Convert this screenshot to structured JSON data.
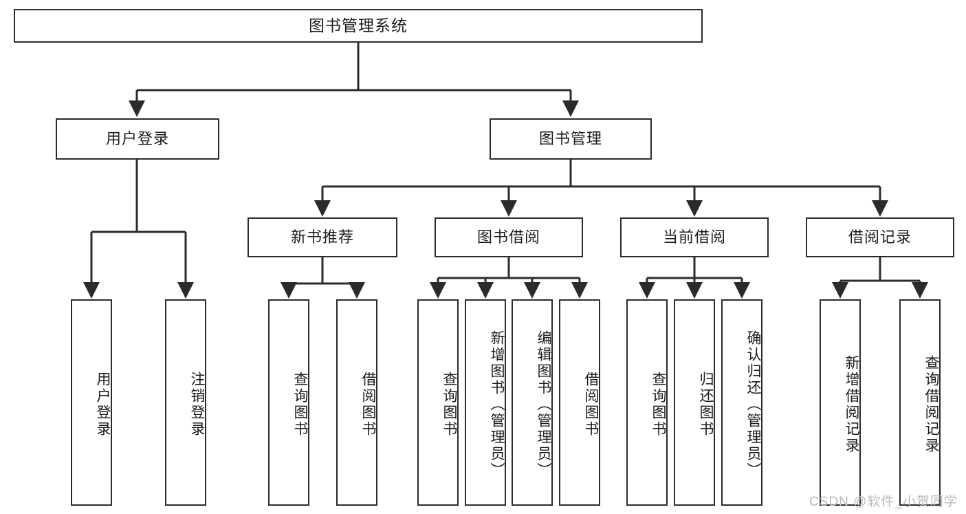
{
  "diagram": {
    "title": "图书管理系统",
    "type": "tree",
    "orientation": "top-down",
    "colors": {
      "box_border": "#2b2b2b",
      "box_fill": "#ffffff",
      "edge": "#2b2b2b",
      "text": "#1b1b1b",
      "watermark": "#b9b9b9",
      "background": "#ffffff"
    },
    "nodes": {
      "root": {
        "label": "图书管理系统"
      },
      "level2": [
        {
          "id": "user-login",
          "label": "用户登录"
        },
        {
          "id": "book-manage",
          "label": "图书管理"
        }
      ],
      "level3": [
        {
          "id": "new-book-recommend",
          "label": "新书推荐"
        },
        {
          "id": "book-borrow",
          "label": "图书借阅"
        },
        {
          "id": "current-borrow",
          "label": "当前借阅"
        },
        {
          "id": "borrow-record",
          "label": "借阅记录"
        }
      ],
      "leaves": {
        "user-login": [
          {
            "id": "leaf-user-login",
            "label": "用户登录"
          },
          {
            "id": "leaf-user-logout",
            "label": "注销登录"
          }
        ],
        "new-book-recommend": [
          {
            "id": "leaf-query-book-1",
            "label": "查询图书"
          },
          {
            "id": "leaf-borrow-book-1",
            "label": "借阅图书"
          }
        ],
        "book-borrow": [
          {
            "id": "leaf-query-book-2",
            "label": "查询图书"
          },
          {
            "id": "leaf-add-book",
            "label": "新增图书（管理员）"
          },
          {
            "id": "leaf-edit-book",
            "label": "编辑图书（管理员）"
          },
          {
            "id": "leaf-borrow-book-2",
            "label": "借阅图书"
          }
        ],
        "current-borrow": [
          {
            "id": "leaf-query-book-3",
            "label": "查询图书"
          },
          {
            "id": "leaf-return-book",
            "label": "归还图书"
          },
          {
            "id": "leaf-confirm-return",
            "label": "确认归还（管理员）"
          }
        ],
        "borrow-record": [
          {
            "id": "leaf-add-record",
            "label": "新增借阅记录"
          },
          {
            "id": "leaf-query-record",
            "label": "查询借阅记录"
          }
        ]
      }
    }
  },
  "watermark": {
    "text": "CSDN @软件_小贺同学"
  }
}
